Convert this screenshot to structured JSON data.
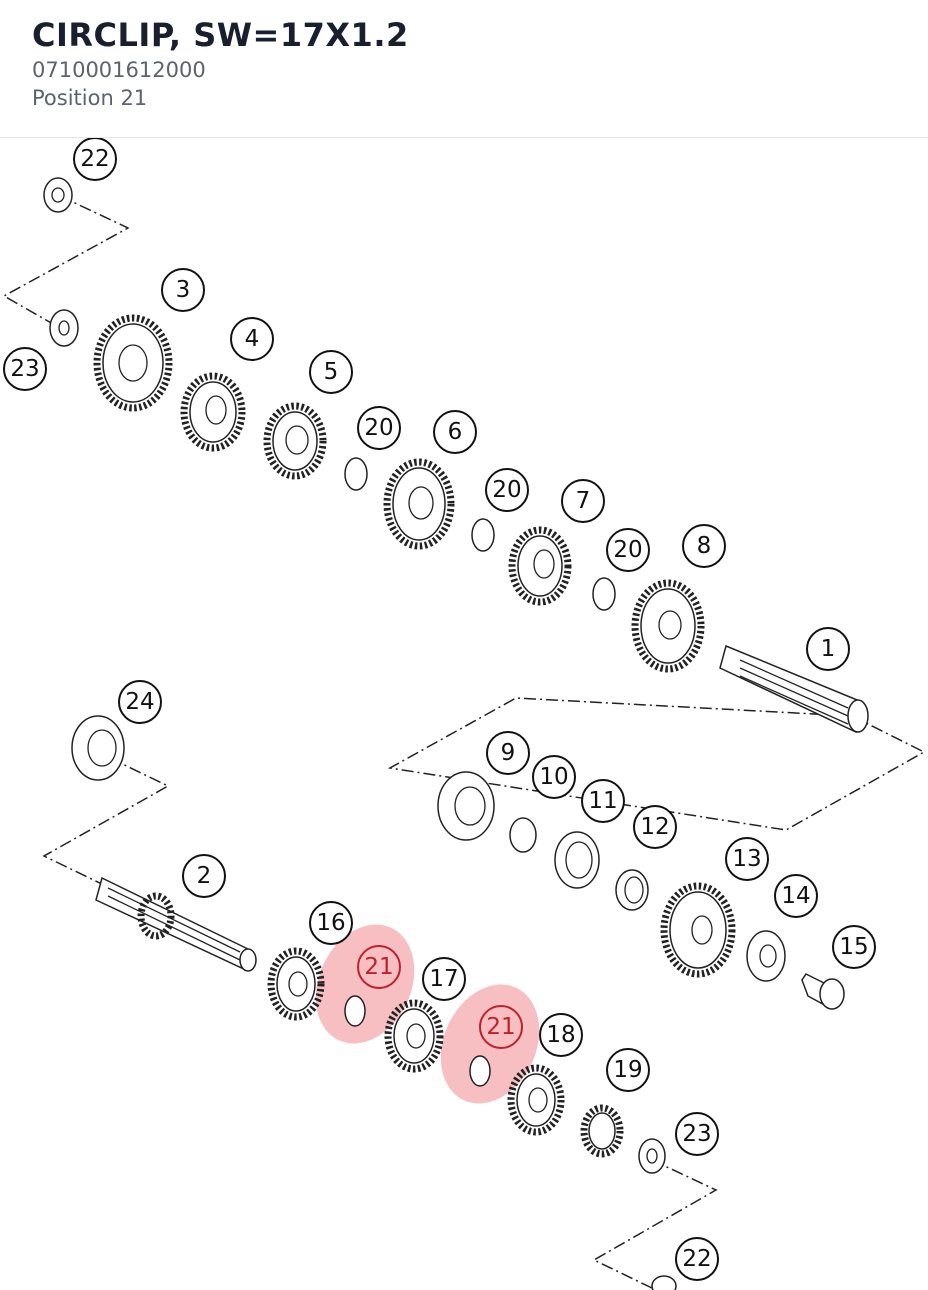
{
  "header": {
    "title": "CIRCLIP, SW=17X1.2",
    "part_number": "0710001612000",
    "position": "Position 21"
  },
  "diagram": {
    "callouts": [
      "22",
      "3",
      "4",
      "23",
      "5",
      "20",
      "6",
      "20",
      "7",
      "20",
      "8",
      "1",
      "24",
      "9",
      "10",
      "11",
      "12",
      "2",
      "13",
      "14",
      "16",
      "21",
      "17",
      "15",
      "21",
      "18",
      "19",
      "23",
      "22"
    ],
    "highlighted_callout": "21",
    "highlight_color": "#f08a8f"
  }
}
